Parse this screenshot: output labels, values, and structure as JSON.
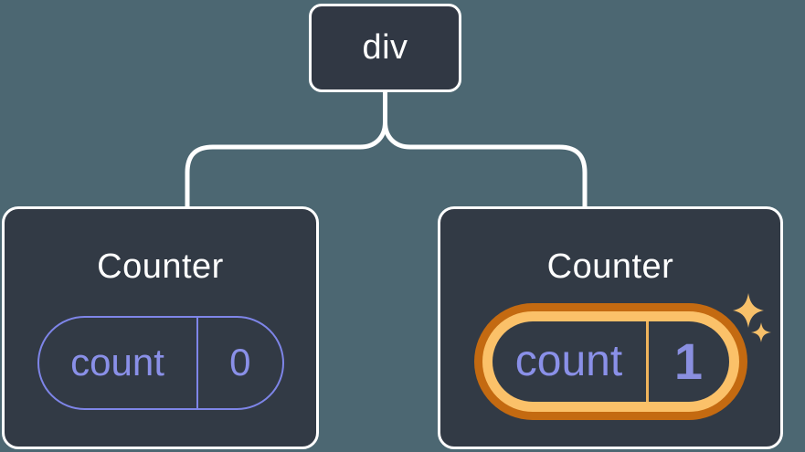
{
  "diagram": {
    "root": {
      "label": "div"
    },
    "children": [
      {
        "title": "Counter",
        "state": {
          "label": "count",
          "value": "0"
        },
        "highlighted": false
      },
      {
        "title": "Counter",
        "state": {
          "label": "count",
          "value": "1"
        },
        "highlighted": true
      }
    ],
    "colors": {
      "background": "#4c6772",
      "node_fill": "#323a45",
      "node_border": "#ffffff",
      "connector": "#ffffff",
      "state_accent": "#8a90e8",
      "highlight_ring_outer": "#c46a11",
      "highlight_ring_inner": "#fbc169",
      "highlight_divider": "#f0b45c",
      "sparkle": "#f7c06a"
    }
  }
}
